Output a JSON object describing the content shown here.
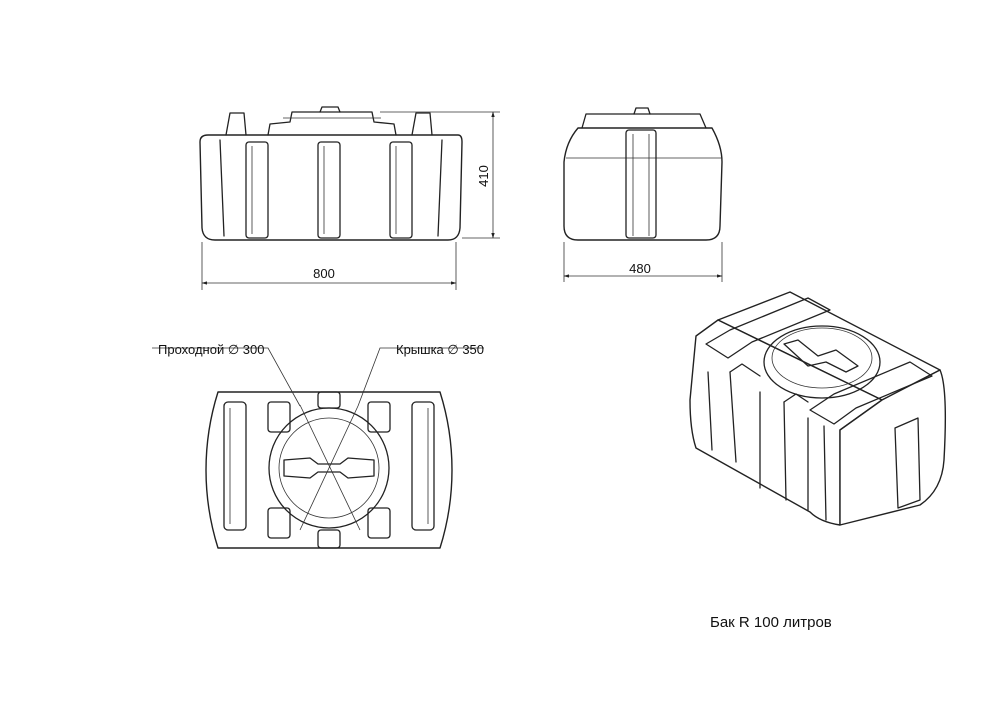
{
  "drawing": {
    "front_view": {
      "width_label": "800",
      "height_label": "410"
    },
    "side_view": {
      "depth_label": "480"
    },
    "top_view": {
      "manhole_label": "Проходной ∅ 300",
      "lid_label": "Крышка ∅ 350"
    },
    "caption": "Бак R 100 литров"
  }
}
